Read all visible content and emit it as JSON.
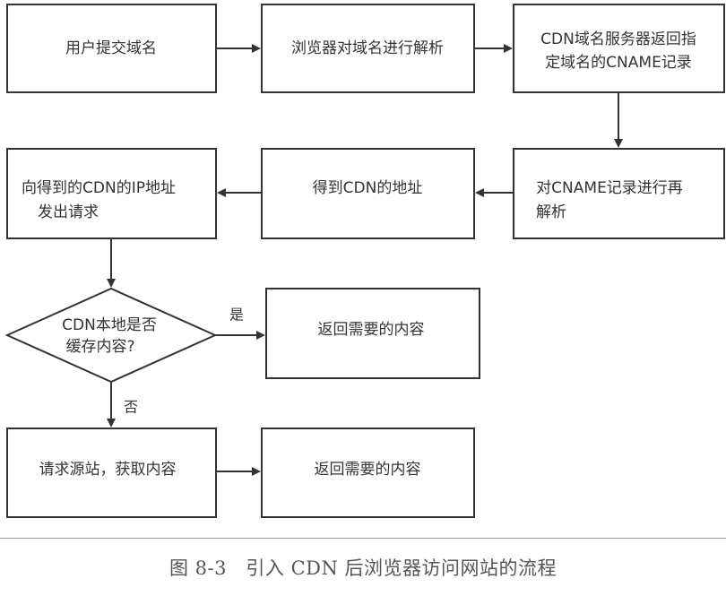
{
  "diagram": {
    "nodes": {
      "submit": "用户提交域名",
      "browser_parse": "浏览器对域名进行解析",
      "cdn_dns_line1": "CDN域名服务器返回指",
      "cdn_dns_line2": "定域名的CNAME记录",
      "reparse_line1": "对CNAME记录进行再",
      "reparse_line2": "解析",
      "get_addr": "得到CDN的地址",
      "request_line1": "向得到的CDN的IP地址",
      "request_line2": "发出请求",
      "decision_line1": "CDN本地是否",
      "decision_line2": "缓存内容?",
      "return_yes": "返回需要的内容",
      "origin": "请求源站，获取内容",
      "return_no": "返回需要的内容"
    },
    "edge_labels": {
      "yes": "是",
      "no": "否"
    }
  },
  "caption": "图 8-3　引入 CDN 后浏览器访问网站的流程"
}
